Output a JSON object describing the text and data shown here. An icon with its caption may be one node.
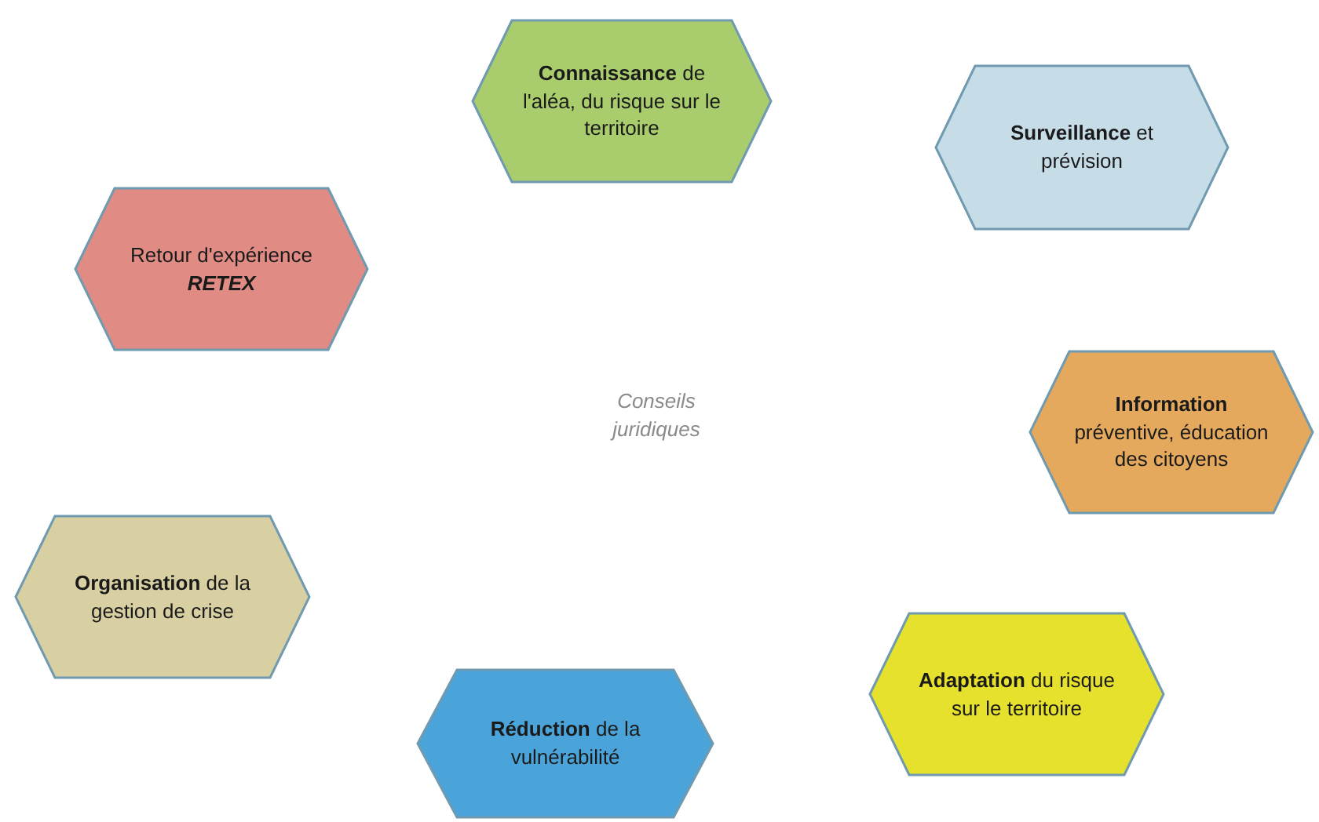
{
  "diagram": {
    "nodes": [
      {
        "text": [
          "**Connaissance** de l'aléa, du risque sur le territoire"
        ]
      },
      {
        "text": [
          "**Surveillance** et prévision"
        ]
      },
      {
        "text": [
          "Retour d'expérience *RETEX*"
        ]
      },
      {
        "text": [
          "**Information** préventive, éducation des citoyens"
        ]
      },
      {
        "text": [
          "**Organisation** de la gestion de crise"
        ]
      },
      {
        "text": [
          "**Adaptation** du risque sur le territoire"
        ]
      },
      {
        "text": [
          "**Réduction** de la vulnérabilité"
        ]
      }
    ],
    "labels": [
      "Conseils juridiques"
    ]
  }
}
